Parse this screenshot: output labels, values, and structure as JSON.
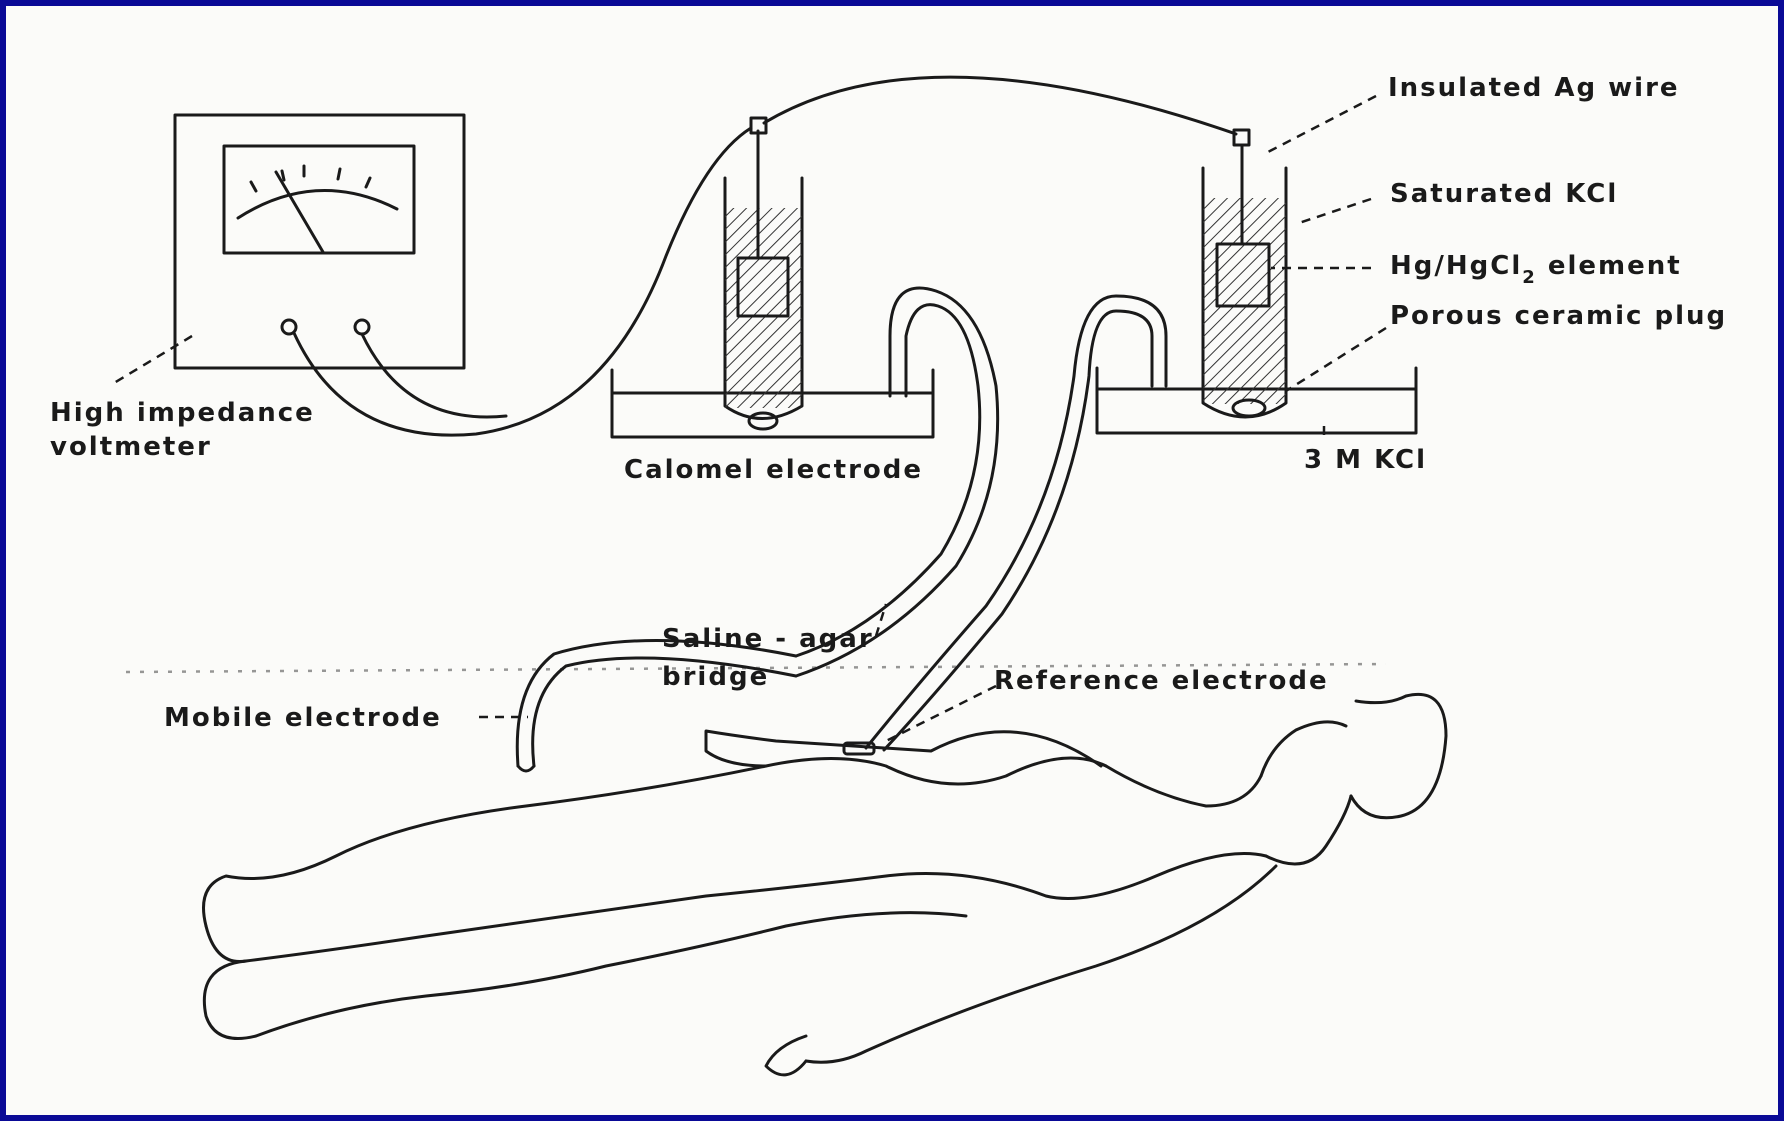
{
  "diagram": {
    "labels": {
      "voltmeter_line1": "High impedance",
      "voltmeter_line2": "voltmeter",
      "calomel": "Calomel electrode",
      "insulated_wire": "Insulated Ag wire",
      "saturated_kcl": "Saturated KCl",
      "hg_element_prefix": "Hg/HgCl",
      "hg_element_sub": "2",
      "hg_element_suffix": " element",
      "porous_plug": "Porous ceramic plug",
      "kcl_bath": "3 M KCl",
      "saline_line1": "Saline - agar",
      "saline_line2": "bridge",
      "reference": "Reference electrode",
      "mobile": "Mobile electrode"
    },
    "colors": {
      "frame": "#0a0a96",
      "paper": "#fbfbf9",
      "ink": "#1a1a1a"
    }
  }
}
